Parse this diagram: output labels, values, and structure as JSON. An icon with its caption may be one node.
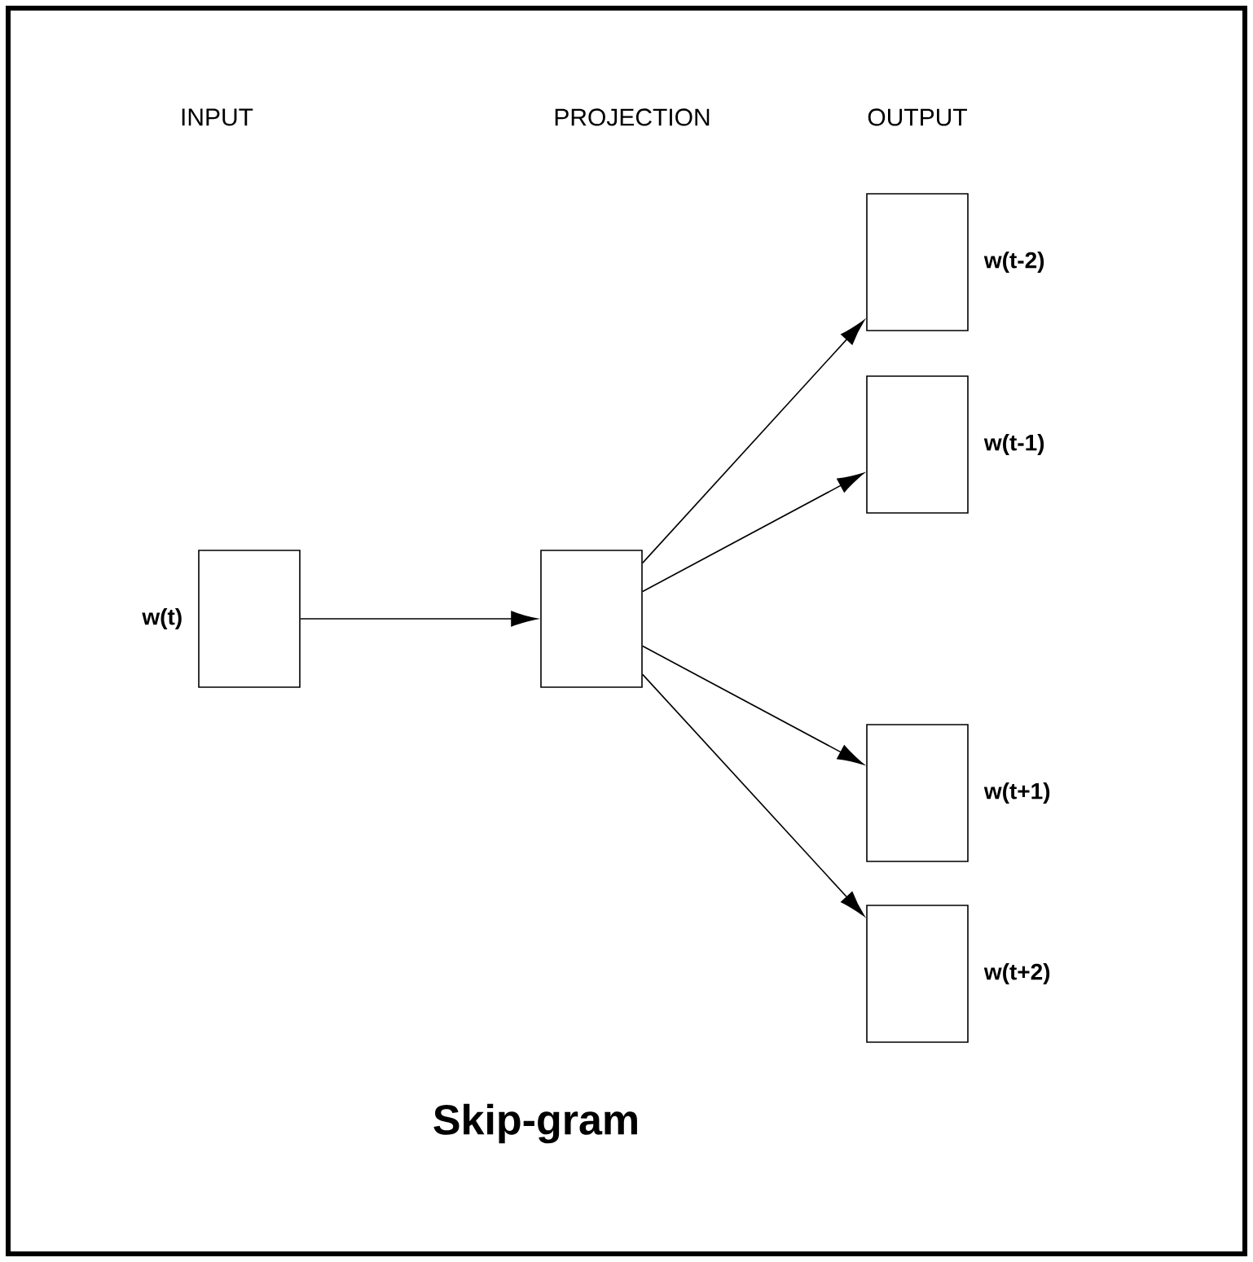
{
  "diagram": {
    "title": "Skip-gram",
    "nodes": [
      {
        "text": [],
        "shape": "box",
        "beside": [
          "w(t)"
        ]
      },
      {
        "text": [],
        "shape": "box"
      },
      {
        "text": [],
        "shape": "box",
        "beside": [
          "w(t-2)"
        ]
      },
      {
        "text": [],
        "shape": "box",
        "beside": [
          "w(t-1)"
        ]
      },
      {
        "text": [],
        "shape": "box",
        "beside": [
          "w(t+1)"
        ]
      },
      {
        "text": [],
        "shape": "box",
        "beside": [
          "w(t+2)"
        ]
      }
    ],
    "edges": [
      {
        "from": 0,
        "to": 1,
        "arrow": "to"
      },
      {
        "from": 1,
        "to": 2,
        "arrow": "to"
      },
      {
        "from": 1,
        "to": 3,
        "arrow": "to"
      },
      {
        "from": 1,
        "to": 4,
        "arrow": "to"
      },
      {
        "from": 1,
        "to": 5,
        "arrow": "to"
      }
    ],
    "labels": [
      "INPUT",
      "PROJECTION",
      "OUTPUT"
    ]
  }
}
